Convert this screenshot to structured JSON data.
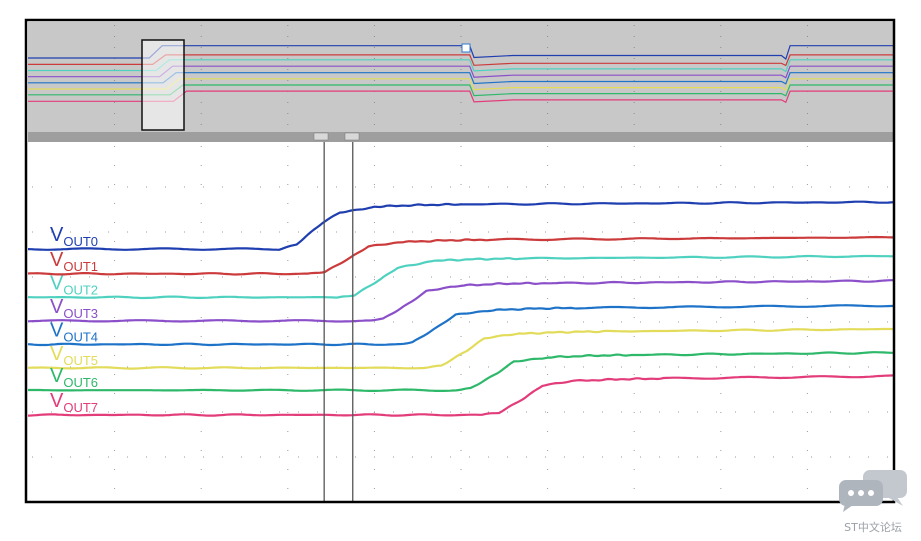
{
  "chart_data": {
    "type": "line",
    "title": "",
    "xlabel": "",
    "ylabel": "",
    "grid": true,
    "x": [
      0,
      29,
      31,
      34,
      36,
      40,
      45,
      50,
      100
    ],
    "series": [
      {
        "name": "VOUT0",
        "label_main": "V",
        "label_sub": "OUT0",
        "color": "#1f3fb0",
        "y": [
          7.25,
          7.25,
          7.45,
          8.35,
          8.8,
          9.05,
          9.12,
          9.15,
          9.25
        ]
      },
      {
        "name": "VOUT1",
        "label_main": "V",
        "label_sub": "OUT1",
        "color": "#cc3b3b",
        "y": [
          6.2,
          6.2,
          6.3,
          6.9,
          7.35,
          7.55,
          7.62,
          7.65,
          7.75
        ]
      },
      {
        "name": "VOUT2",
        "label_main": "V",
        "label_sub": "OUT2",
        "color": "#4fd1c0",
        "y": [
          5.2,
          5.2,
          5.3,
          5.95,
          6.45,
          6.75,
          6.82,
          6.85,
          6.95
        ]
      },
      {
        "name": "VOUT3",
        "label_main": "V",
        "label_sub": "OUT3",
        "color": "#8a4fc9",
        "y": [
          4.2,
          4.2,
          4.3,
          4.95,
          5.45,
          5.7,
          5.78,
          5.8,
          5.9
        ]
      },
      {
        "name": "VOUT4",
        "label_main": "V",
        "label_sub": "OUT4",
        "color": "#1e73c8",
        "y": [
          3.2,
          3.2,
          3.3,
          3.95,
          4.45,
          4.65,
          4.72,
          4.75,
          4.85
        ]
      },
      {
        "name": "VOUT5",
        "label_main": "V",
        "label_sub": "OUT5",
        "color": "#e2dc5a",
        "y": [
          2.2,
          2.2,
          2.3,
          2.95,
          3.45,
          3.65,
          3.72,
          3.75,
          3.85
        ]
      },
      {
        "name": "VOUT6",
        "label_main": "V",
        "label_sub": "OUT6",
        "color": "#2eb86a",
        "y": [
          1.25,
          1.25,
          1.35,
          1.95,
          2.45,
          2.65,
          2.72,
          2.75,
          2.85
        ]
      },
      {
        "name": "VOUT7",
        "label_main": "V",
        "label_sub": "OUT7",
        "color": "#e23c7a",
        "y": [
          0.2,
          0.2,
          0.3,
          0.95,
          1.45,
          1.65,
          1.72,
          1.75,
          1.85
        ]
      }
    ],
    "series_delays": [
      0,
      3.3,
      6.7,
      10.0,
      13.4,
      16.7,
      20.1,
      23.4
    ],
    "xlim": [
      0,
      100
    ],
    "ylim": [
      -3.5,
      11.8
    ],
    "cursors": [
      34.2,
      37.5
    ]
  },
  "watermark": {
    "text": "ST中文论坛",
    "icon": "chat-bubble-icon"
  },
  "colors": {
    "frame": "#000000",
    "overview_bg": "#c8c8c8",
    "divider": "#9e9e9e",
    "grid": "#9a9a9a",
    "cursor": "#555555"
  }
}
